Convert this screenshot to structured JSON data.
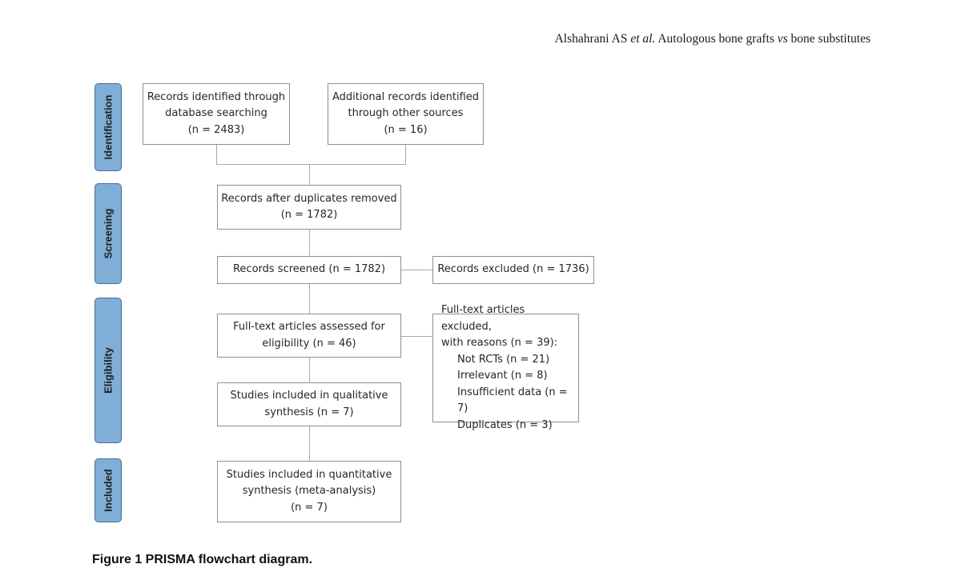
{
  "header": {
    "author": "Alshahrani AS",
    "et_al": "et al.",
    "title_part1": "Autologous bone grafts",
    "vs": "vs",
    "title_part2": "bone substitutes"
  },
  "stages": {
    "identification": "Identification",
    "screening": "Screening",
    "eligibility": "Eligibility",
    "included": "Included"
  },
  "boxes": {
    "db_search": {
      "line1": "Records identified through",
      "line2": "database searching",
      "line3": "(n = 2483)"
    },
    "other_sources": {
      "line1": "Additional records identified",
      "line2": "through other sources",
      "line3": "(n = 16)"
    },
    "after_duplicates": {
      "line1": "Records after duplicates removed",
      "line2": "(n = 1782)"
    },
    "screened": {
      "line1": "Records screened (n = 1782)"
    },
    "excluded": {
      "line1": "Records excluded (n = 1736)"
    },
    "fulltext_assessed": {
      "line1": "Full-text articles assessed for",
      "line2": "eligibility (n = 46)"
    },
    "fulltext_excluded": {
      "line1": "Full-text articles excluded,",
      "line2": "with reasons (n = 39):",
      "line3": "Not RCTs (n = 21)",
      "line4": "Irrelevant (n = 8)",
      "line5": "Insufficient data (n = 7)",
      "line6": "Duplicates (n = 3)"
    },
    "qualitative": {
      "line1": "Studies included in qualitative",
      "line2": "synthesis (n = 7)"
    },
    "quantitative": {
      "line1": "Studies included in quantitative",
      "line2": "synthesis (meta-analysis)",
      "line3": "(n = 7)"
    }
  },
  "caption": "Figure 1  PRISMA flowchart diagram."
}
